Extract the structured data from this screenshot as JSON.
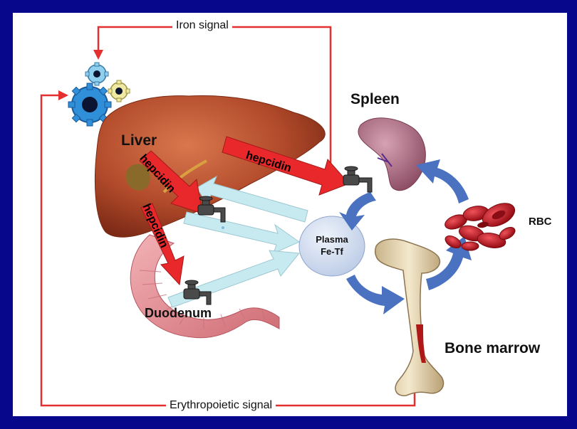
{
  "signals": {
    "iron": "Iron signal",
    "erythropoietic": "Erythropoietic signal"
  },
  "organs": {
    "liver": "Liver",
    "spleen": "Spleen",
    "duodenum": "Duodenum",
    "bone_marrow": "Bone marrow",
    "rbc": "RBC"
  },
  "plasma": {
    "line1": "Plasma",
    "line2": "Fe-Tf"
  },
  "hepcidin": {
    "to_spleen": "hepcidin",
    "to_macrophage": "hepcidin",
    "to_duodenum": "hepcidin"
  },
  "colors": {
    "background": "#07078c",
    "signal_line": "#e53030",
    "hepcidin_arrow": "#e8282a",
    "iron_flow": "#c7eaf0",
    "cycle_arrow": "#4a72c0",
    "liver": "#b24a2a",
    "spleen": "#a8697e",
    "rbc": "#c0141e",
    "plasma": "#cfdcf0"
  },
  "icons": [
    "gears-icon",
    "faucet-icon",
    "rbc-cells-icon",
    "bone-icon"
  ]
}
